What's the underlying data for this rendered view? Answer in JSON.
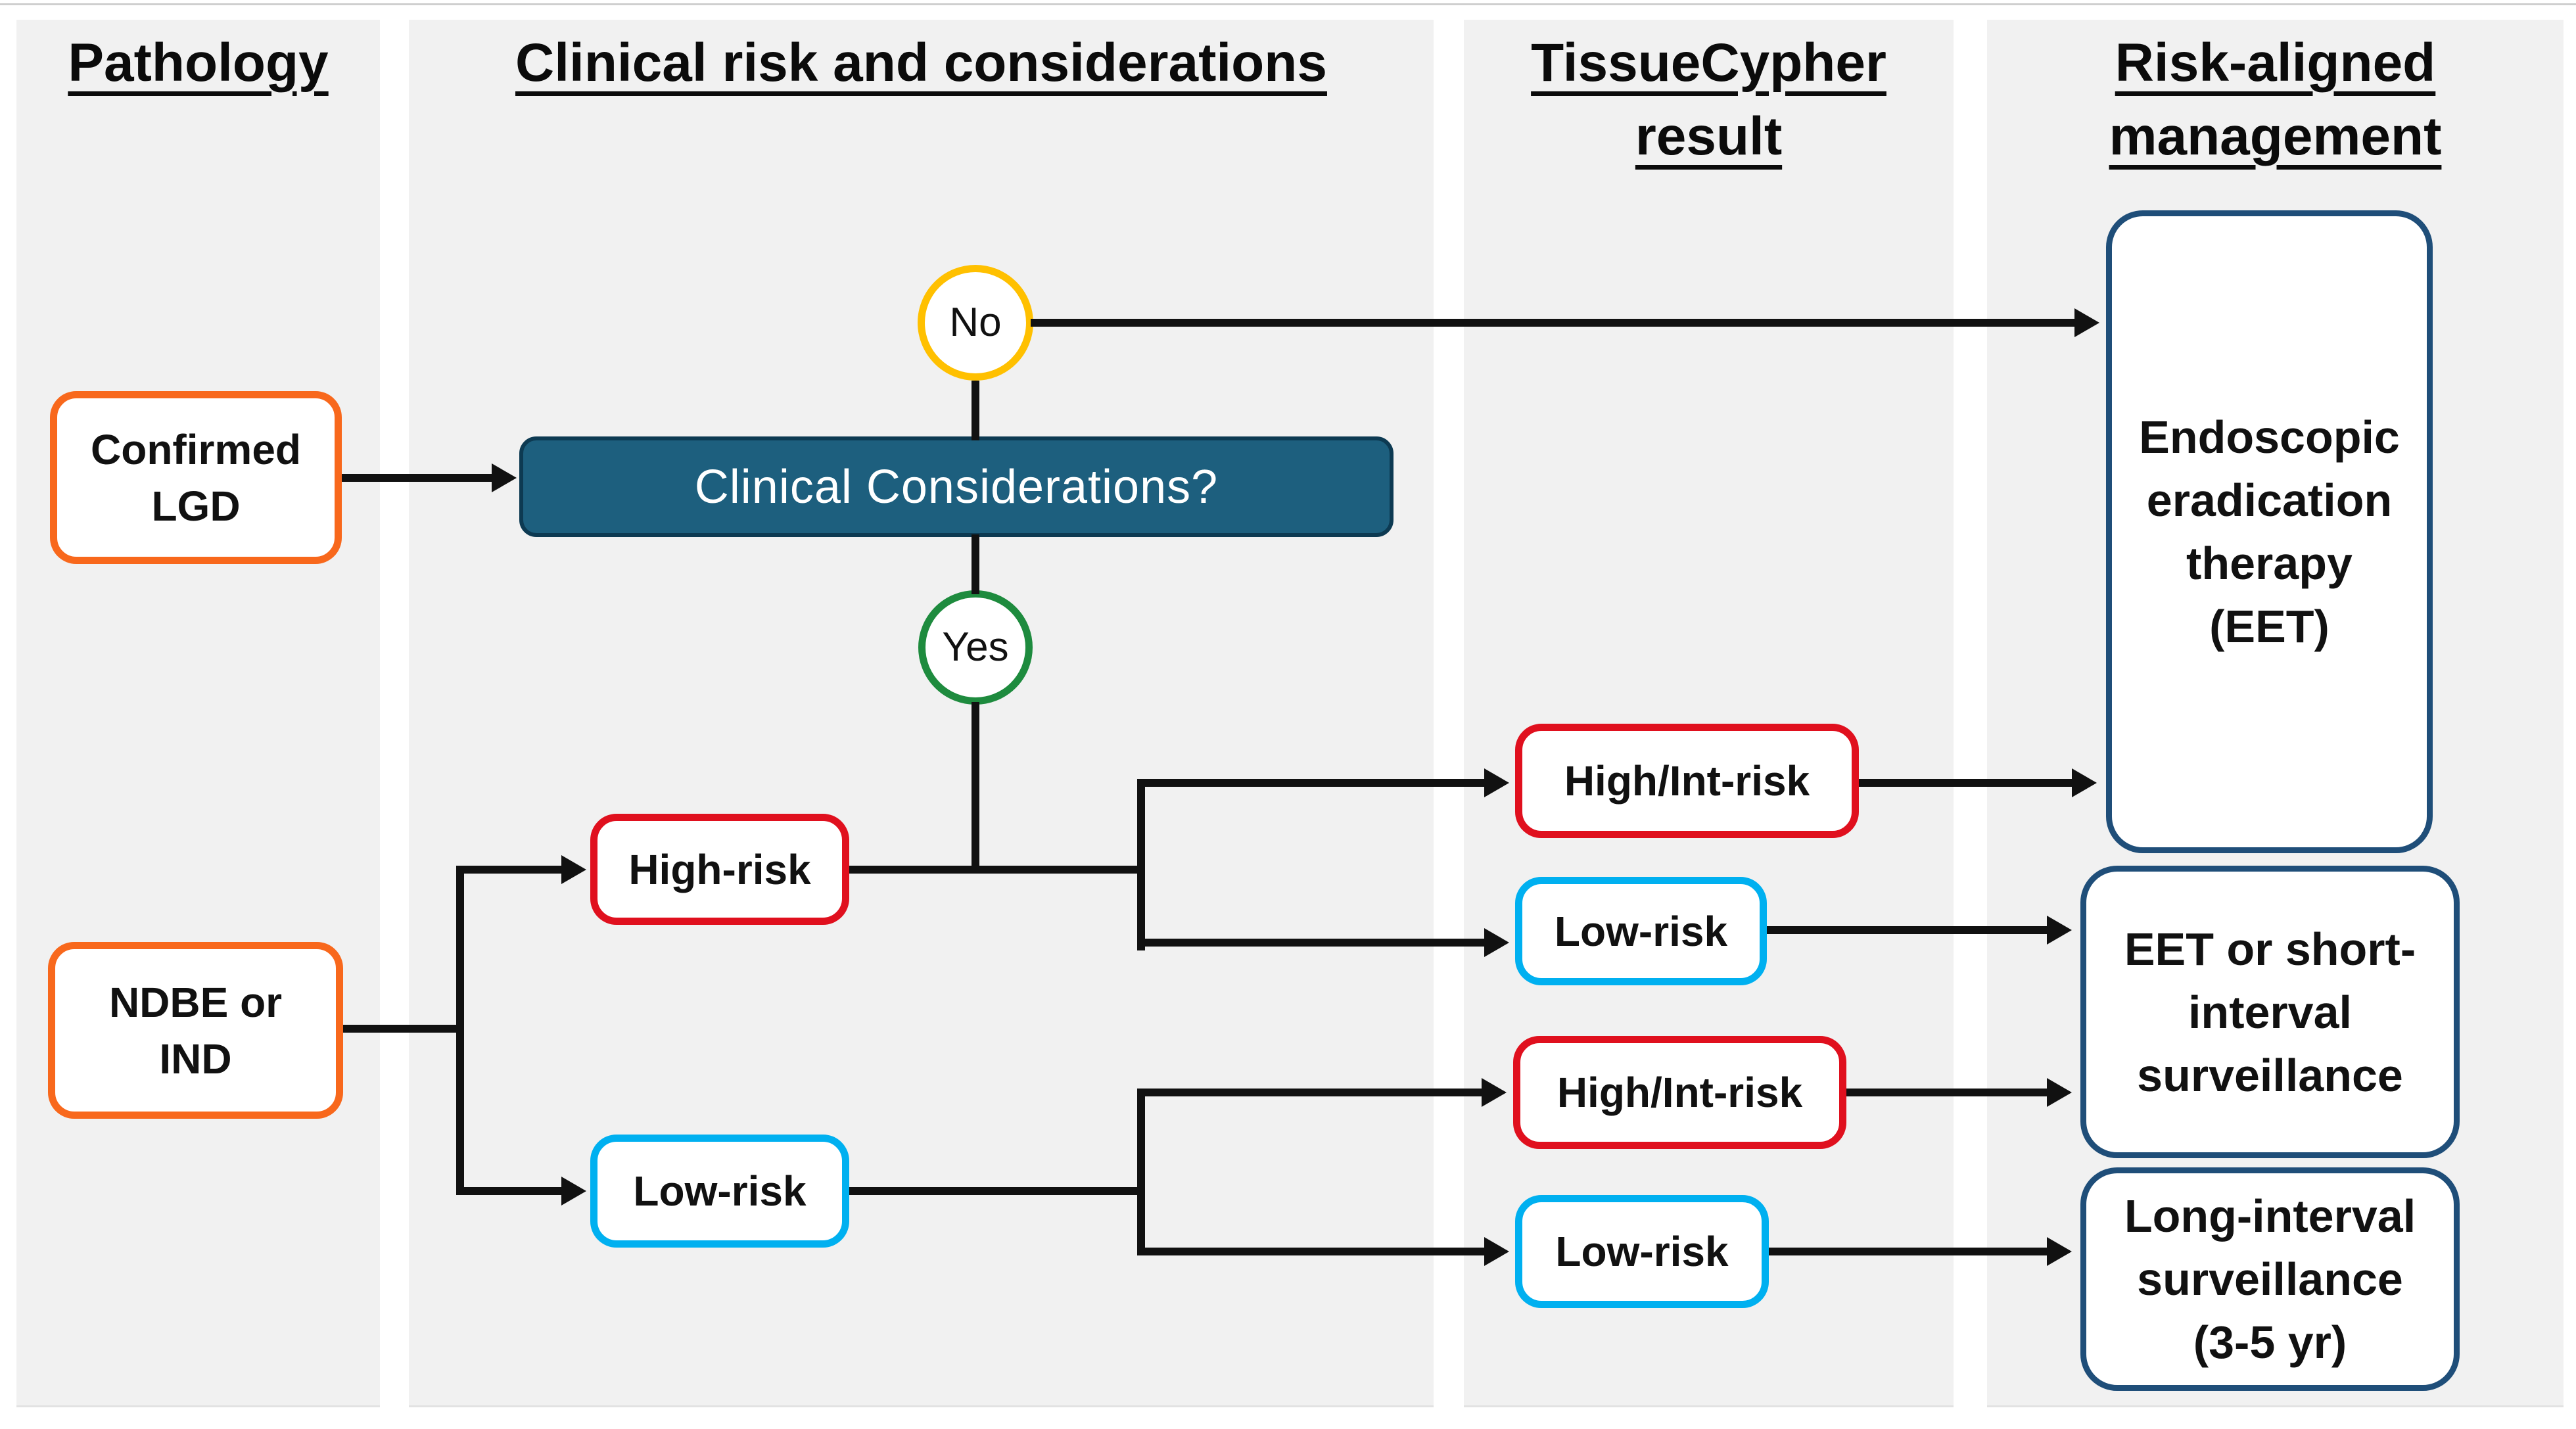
{
  "headers": {
    "pathology": "Pathology",
    "clinical": "Clinical risk and considerations",
    "tissuecypher": "TissueCypher\nresult",
    "management": "Risk-aligned\nmanagement"
  },
  "nodes": {
    "confirmed_lgd": "Confirmed\nLGD",
    "ndbe": "NDBE or\nIND",
    "clinical_question": "Clinical Considerations?",
    "decision_no": "No",
    "decision_yes": "Yes",
    "clinical_high": "High-risk",
    "clinical_low": "Low-risk",
    "tc_high_1": "High/Int-risk",
    "tc_low_1": "Low-risk",
    "tc_high_2": "High/Int-risk",
    "tc_low_2": "Low-risk",
    "mgmt_eet": "Endoscopic\neradication\ntherapy\n(EET)",
    "mgmt_eet_short": "EET or short-\ninterval\nsurveillance",
    "mgmt_long": "Long-interval\nsurveillance\n(3-5 yr)"
  },
  "colors": {
    "orange": "#f8681c",
    "red": "#e0101e",
    "cyan": "#00b0f0",
    "gold": "#ffc000",
    "green": "#1e8b3e",
    "teal": "#1d5f7e",
    "teal_border": "#0d3a52",
    "navy": "#1f4e79",
    "band": "#f1f1f1",
    "line": "#111111"
  }
}
